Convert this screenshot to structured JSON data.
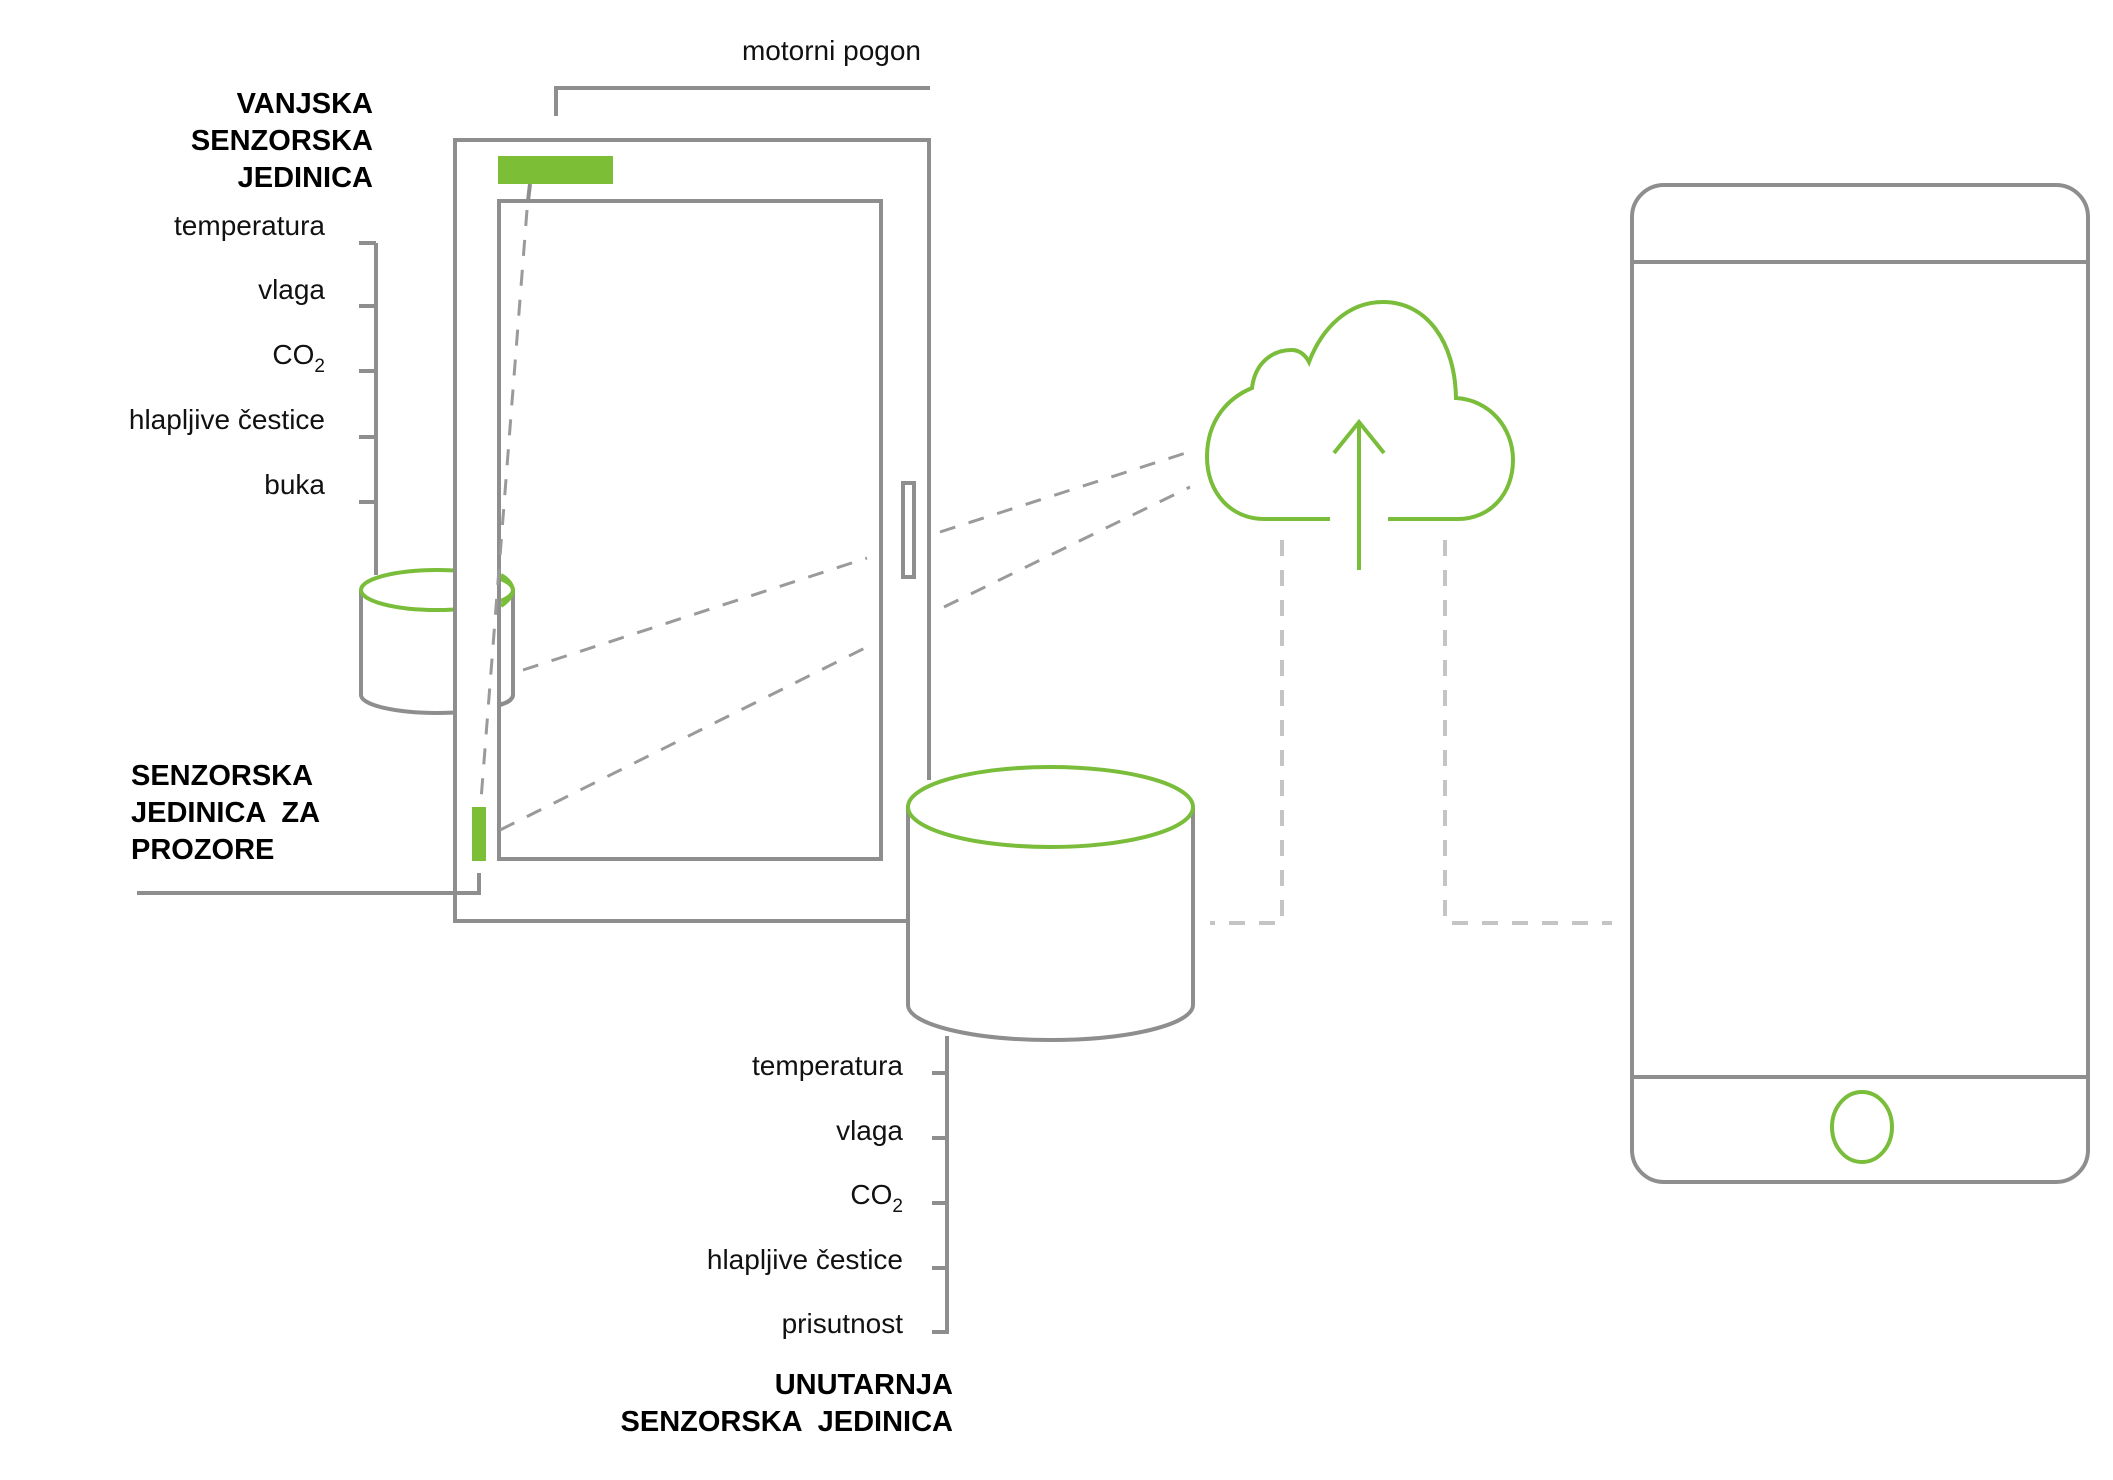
{
  "diagram": {
    "accent_color": "#7cbf36",
    "line_color": "#8e8e8e",
    "motor": {
      "label": "motorni pogon"
    },
    "outdoor_unit": {
      "title_lines": [
        "VANJSKA",
        "SENZORSKA",
        "JEDINICA"
      ],
      "measurements": [
        {
          "label": "temperatura"
        },
        {
          "label": "vlaga"
        },
        {
          "label": "CO",
          "subscript": "2"
        },
        {
          "label": "hlapljive čestice"
        },
        {
          "label": "buka"
        }
      ]
    },
    "window_unit": {
      "title_lines": [
        "SENZORSKA",
        "JEDINICA  ZA",
        "PROZORE"
      ]
    },
    "indoor_unit": {
      "title_lines": [
        "UNUTARNJA",
        "SENZORSKA  JEDINICA"
      ],
      "measurements": [
        {
          "label": "temperatura"
        },
        {
          "label": "vlaga"
        },
        {
          "label": "CO",
          "subscript": "2"
        },
        {
          "label": "hlapljive čestice"
        },
        {
          "label": "prisutnost"
        }
      ]
    },
    "cloud": {
      "icon": "cloud-upload-icon"
    },
    "phone": {
      "icon": "smartphone-icon"
    }
  }
}
